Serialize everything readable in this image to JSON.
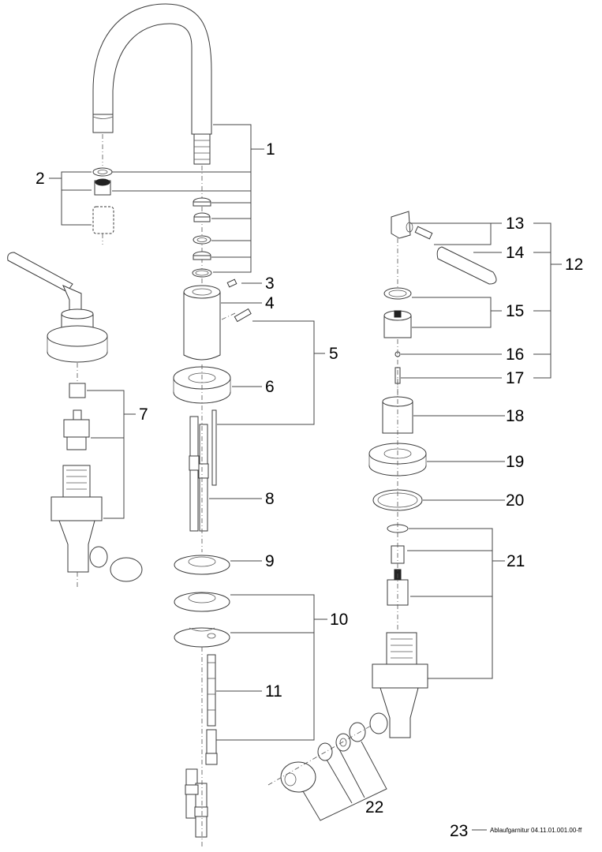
{
  "diagram": {
    "title": "Exploded parts view – three-hole basin mixer with swivel spout",
    "callouts": [
      {
        "id": "1",
        "label": "1"
      },
      {
        "id": "2",
        "label": "2"
      },
      {
        "id": "3",
        "label": "3"
      },
      {
        "id": "4",
        "label": "4"
      },
      {
        "id": "5",
        "label": "5"
      },
      {
        "id": "6",
        "label": "6"
      },
      {
        "id": "7",
        "label": "7"
      },
      {
        "id": "8",
        "label": "8"
      },
      {
        "id": "9",
        "label": "9"
      },
      {
        "id": "10",
        "label": "10"
      },
      {
        "id": "11",
        "label": "11"
      },
      {
        "id": "12",
        "label": "12"
      },
      {
        "id": "13",
        "label": "13"
      },
      {
        "id": "14",
        "label": "14"
      },
      {
        "id": "15",
        "label": "15"
      },
      {
        "id": "16",
        "label": "16"
      },
      {
        "id": "17",
        "label": "17"
      },
      {
        "id": "18",
        "label": "18"
      },
      {
        "id": "19",
        "label": "19"
      },
      {
        "id": "20",
        "label": "20"
      },
      {
        "id": "21",
        "label": "21"
      },
      {
        "id": "22",
        "label": "22"
      },
      {
        "id": "23",
        "label": "23"
      }
    ],
    "footnote": {
      "number": "23",
      "text": "Ablaufgarnitur 04.11.01.001.00-ff"
    }
  }
}
